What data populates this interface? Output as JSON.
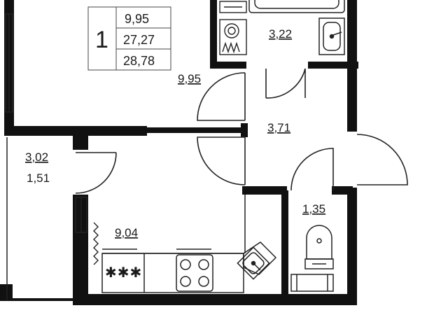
{
  "summary": {
    "rooms": "1",
    "living_area": "9,95",
    "net_area": "27,27",
    "total_area": "28,78"
  },
  "rooms": {
    "living_room": "9,95",
    "bathroom": "3,22",
    "hallway": "3,71",
    "balcony_area": "3,02",
    "balcony_reduced": "1,51",
    "kitchen": "9,04",
    "toilet": "1,35"
  },
  "icons": [
    "bathtub-icon",
    "washing-machine-icon",
    "washbasin-icon",
    "stove-icon",
    "kitchen-sink-icon",
    "toilet-icon",
    "radiator-icon",
    "door-swing-icon"
  ],
  "colors": {
    "wall": "#111111",
    "line": "#222222",
    "background": "#ffffff"
  }
}
